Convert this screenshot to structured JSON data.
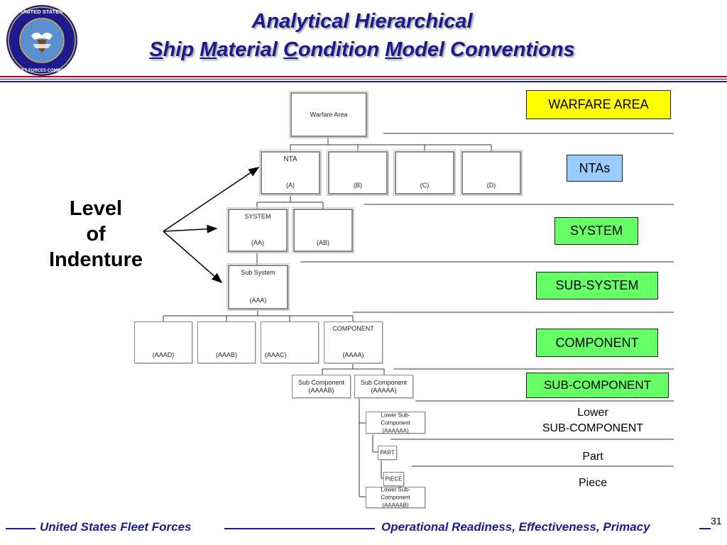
{
  "header": {
    "seal_text": "UNITED STATES · FLEET FORCES COMMAND",
    "title_line1": "Analytical Hierarchical",
    "title_line2": [
      {
        "initial": "S",
        "rest": "hip "
      },
      {
        "initial": "M",
        "rest": "aterial "
      },
      {
        "initial": "C",
        "rest": "ondition "
      },
      {
        "initial": "M",
        "rest": "odel Conventions"
      }
    ]
  },
  "colors": {
    "navy": "#1b1b8f",
    "rule_red": "#c0001a",
    "warfare": "#ffff00",
    "ntas": "#99ccff",
    "green": "#66ff66"
  },
  "diagram": {
    "warfare_box": "Warfare Area",
    "nta_title": "NTA",
    "nta_codes": [
      "(A)",
      "(B)",
      "(C)",
      "(D)"
    ],
    "system_title": "SYSTEM",
    "system_codes": [
      "(AA)",
      "(AB)"
    ],
    "subsystem_title": "Sub System",
    "subsystem_code": "(AAA)",
    "component_title": "COMPONENT",
    "component_codes": [
      "(AAAD)",
      "(AAAB)",
      "(AAAC)",
      "(AAAA)"
    ],
    "subcomponents": [
      {
        "title": "Sub Component",
        "code": "(AAAAB)"
      },
      {
        "title": "Sub Component",
        "code": "(AAAAA)"
      }
    ],
    "lower_subcomponents": [
      {
        "title": "Lower Sub-Component",
        "code": "(AAAAAA)"
      },
      {
        "title": "Lower Sub-Component",
        "code": "(AAAAAB)"
      }
    ],
    "part": "PART",
    "piece": "PIECE"
  },
  "level_label": [
    "Level",
    "of",
    "Indenture"
  ],
  "legend": {
    "warfare": "WARFARE AREA",
    "ntas": "NTAs",
    "system": "SYSTEM",
    "subsystem": "SUB-SYSTEM",
    "component": "COMPONENT",
    "subcomponent": "SUB-COMPONENT",
    "lower_line1": "Lower",
    "lower_line2": "SUB-COMPONENT",
    "part": "Part",
    "piece": "Piece"
  },
  "footer": {
    "left": "United States Fleet Forces",
    "right": "Operational Readiness, Effectiveness, Primacy",
    "page": "31"
  }
}
